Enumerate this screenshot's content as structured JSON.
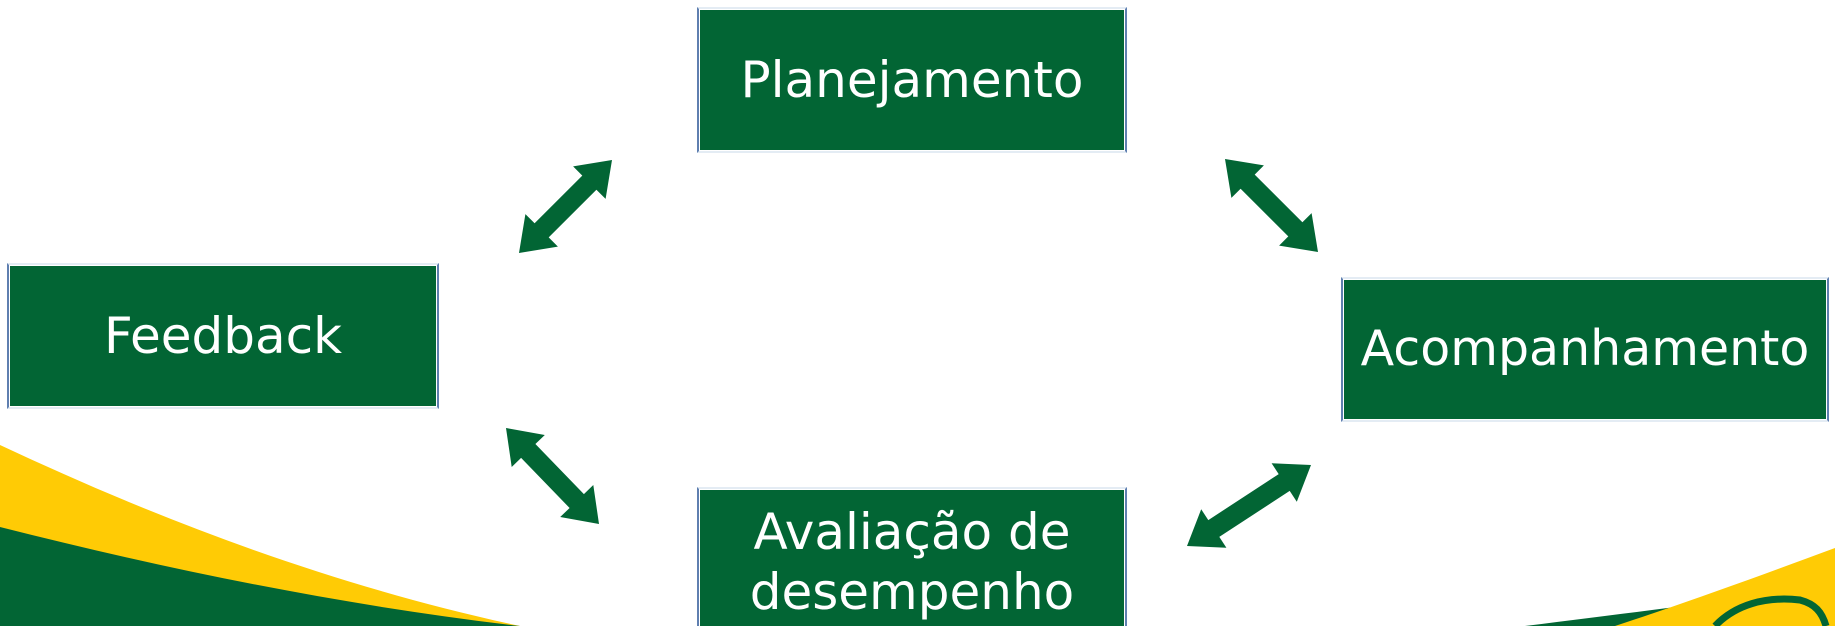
{
  "diagram": {
    "nodes": {
      "planejamento": "Planejamento",
      "acompanhamento": "Acompanhamento",
      "avaliacao": "Avaliação de\ndesempenho",
      "feedback": "Feedback"
    },
    "edges": [
      {
        "from": "feedback",
        "to": "planejamento",
        "direction": "both"
      },
      {
        "from": "planejamento",
        "to": "acompanhamento",
        "direction": "both"
      },
      {
        "from": "acompanhamento",
        "to": "avaliacao",
        "direction": "both"
      },
      {
        "from": "avaliacao",
        "to": "feedback",
        "direction": "both"
      }
    ]
  },
  "colors": {
    "node_fill": "#026534",
    "node_text": "#ffffff",
    "arrow": "#026534",
    "swoosh_green": "#026534",
    "swoosh_yellow": "#ffcb05"
  }
}
